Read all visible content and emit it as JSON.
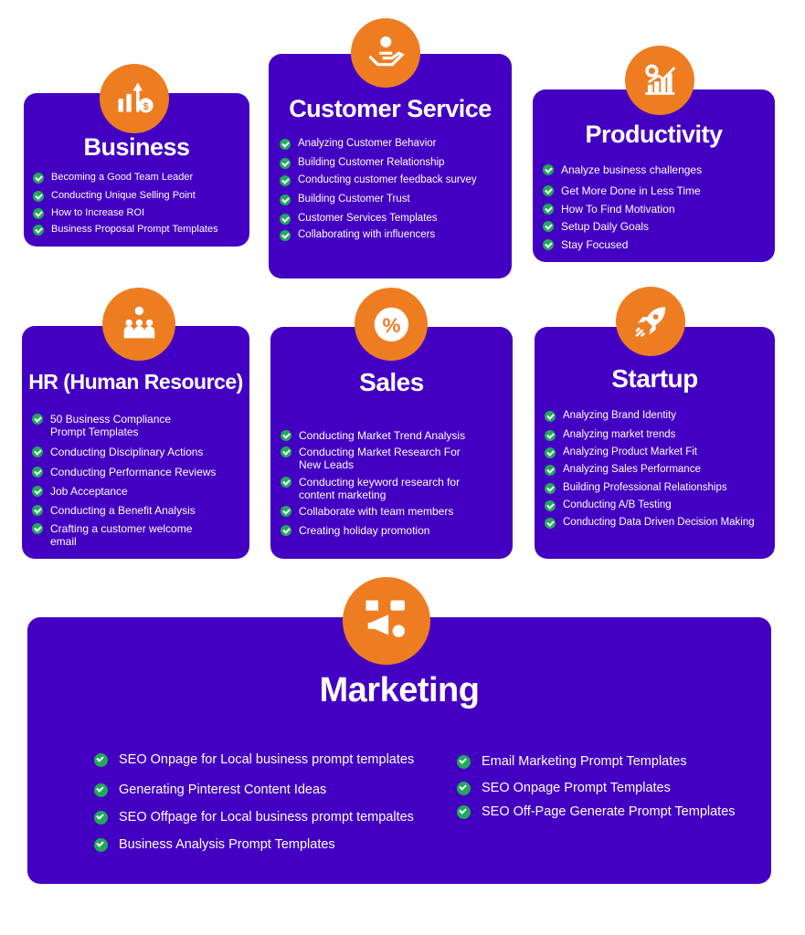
{
  "colors": {
    "card": "#4300c2",
    "icon_bg": "#ee7d22",
    "check": "#22a85c"
  },
  "cards": [
    {
      "id": "business",
      "title": "Business",
      "icon": "chart-dollar-icon",
      "items": [
        "Becoming a Good Team Leader",
        "Conducting Unique Selling Point",
        "How to Increase ROI",
        "Business Proposal Prompt Templates"
      ]
    },
    {
      "id": "customer-service",
      "title": "Customer Service",
      "icon": "hand-person-icon",
      "items": [
        "Analyzing Customer Behavior",
        "Building Customer Relationship",
        "Conducting customer feedback survey",
        "Building Customer Trust",
        "Customer Services Templates",
        "Collaborating with influencers"
      ]
    },
    {
      "id": "productivity",
      "title": "Productivity",
      "icon": "growth-chart-gear-icon",
      "items": [
        "Analyze business challenges",
        "Get More Done in Less Time",
        "How To Find Motivation",
        "Setup Daily Goals",
        "Stay Focused"
      ]
    },
    {
      "id": "hr",
      "title": "HR (Human Resource)",
      "icon": "team-gear-icon",
      "items": [
        "50 Business Compliance Prompt Templates",
        "Conducting Disciplinary Actions",
        "Conducting Performance Reviews",
        "Job Acceptance",
        "Conducting a Benefit Analysis",
        "Crafting a customer welcome email"
      ]
    },
    {
      "id": "sales",
      "title": "Sales",
      "icon": "percent-badge-icon",
      "items": [
        "Conducting Market Trend Analysis",
        "Conducting Market Research For New Leads",
        "Conducting keyword research for content marketing",
        "Collaborate with team members",
        "Creating holiday promotion"
      ]
    },
    {
      "id": "startup",
      "title": "Startup",
      "icon": "rocket-icon",
      "items": [
        "Analyzing Brand Identity",
        "Analyzing market trends",
        "Analyzing Product Market Fit",
        "Analyzing Sales Performance",
        "Building Professional Relationships",
        "Conducting A/B Testing",
        "Conducting Data Driven Decision Making"
      ]
    },
    {
      "id": "marketing",
      "title": "Marketing",
      "icon": "megaphone-icon",
      "items": [
        "SEO Onpage for Local business prompt templates",
        "Generating Pinterest Content Ideas",
        "SEO Offpage for Local business prompt tempaltes",
        "Business Analysis Prompt Templates",
        "Email Marketing Prompt Templates",
        "SEO Onpage Prompt Templates",
        "SEO Off-Page Generate Prompt Templates"
      ]
    }
  ]
}
